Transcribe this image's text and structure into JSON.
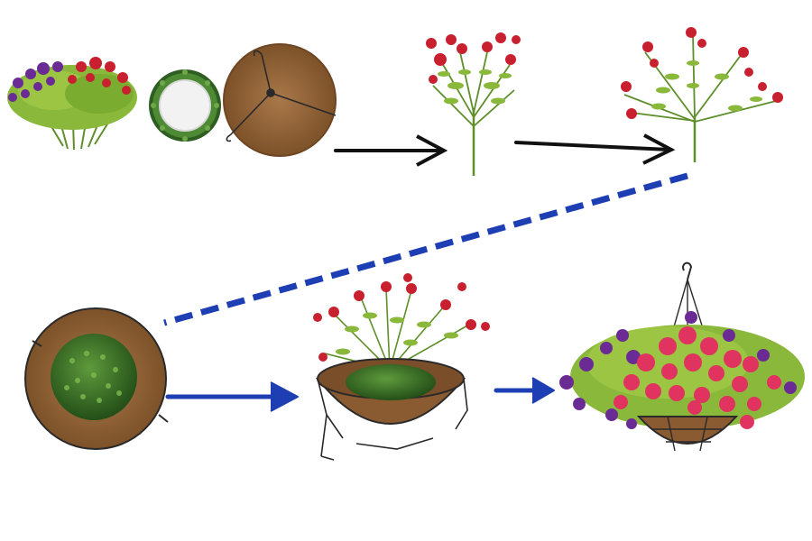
{
  "diagram": {
    "description_visible_text": "",
    "steps": [
      {
        "id": "materials",
        "icon": "flower-bushes-wreath-coco-liner-icon"
      },
      {
        "id": "single-stem",
        "icon": "red-flower-stem-icon"
      },
      {
        "id": "split-stem",
        "icon": "split-flower-stem-icon"
      },
      {
        "id": "liner-with-moss-ball",
        "icon": "coco-liner-moss-ball-icon"
      },
      {
        "id": "basket-with-stems",
        "icon": "basket-with-stems-icon"
      },
      {
        "id": "finished-hanging-basket",
        "icon": "finished-hanging-basket-icon"
      }
    ],
    "connectors": [
      {
        "id": "arrow-1",
        "style": "solid",
        "color": "#111111"
      },
      {
        "id": "arrow-2",
        "style": "solid",
        "color": "#111111"
      },
      {
        "id": "row-link",
        "style": "dashed",
        "color": "#1e3fb4"
      },
      {
        "id": "arrow-3",
        "style": "solid",
        "color": "#1e3fb4"
      },
      {
        "id": "arrow-4",
        "style": "solid",
        "color": "#1e3fb4"
      }
    ],
    "colors": {
      "coco": "#9a6a3c",
      "coco_dark": "#6e4624",
      "leaf": "#7fb432",
      "leaf_dark": "#4e8420",
      "moss": "#3f7a2c",
      "red_flower": "#c8202e",
      "pink_flower": "#e0335f",
      "purple_flower": "#6a2b95",
      "wire": "#2a2a2a",
      "arrow_black": "#111111",
      "arrow_blue": "#1e3fb4"
    }
  }
}
